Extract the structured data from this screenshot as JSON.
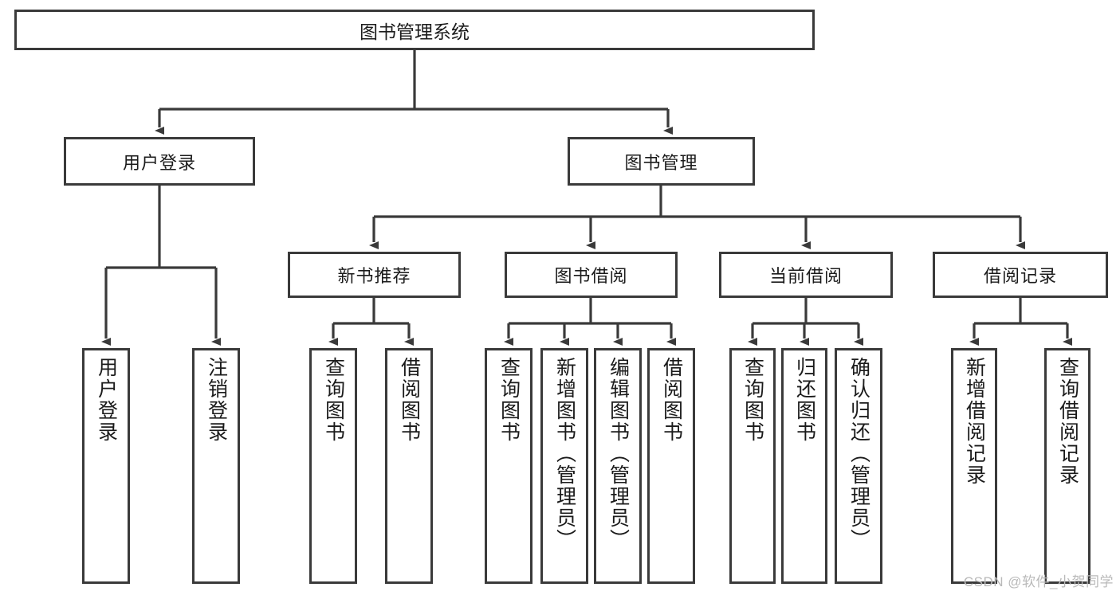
{
  "diagram": {
    "title": "图书管理系统",
    "type": "tree",
    "colors": {
      "background": "#ffffff",
      "stroke": "#3a3a3a",
      "text": "#1b1b1b",
      "watermark": "#b9b9b9"
    },
    "root": {
      "label": "图书管理系统"
    },
    "level1": [
      {
        "label": "用户登录"
      },
      {
        "label": "图书管理"
      }
    ],
    "level2": [
      {
        "label": "新书推荐"
      },
      {
        "label": "图书借阅"
      },
      {
        "label": "当前借阅"
      },
      {
        "label": "借阅记录"
      }
    ],
    "leaves": {
      "user_login": [
        {
          "label": "用户登录"
        },
        {
          "label": "注销登录"
        }
      ],
      "new_book_recommend": [
        {
          "label": "查询图书"
        },
        {
          "label": "借阅图书"
        }
      ],
      "book_borrow": [
        {
          "label": "查询图书"
        },
        {
          "label": "新增图书（管理员）"
        },
        {
          "label": "编辑图书（管理员）"
        },
        {
          "label": "借阅图书"
        }
      ],
      "current_borrow": [
        {
          "label": "查询图书"
        },
        {
          "label": "归还图书"
        },
        {
          "label": "确认归还（管理员）"
        }
      ],
      "borrow_record": [
        {
          "label": "新增借阅记录"
        },
        {
          "label": "查询借阅记录"
        }
      ]
    },
    "watermark": "CSDN @软件_小贺同学"
  }
}
